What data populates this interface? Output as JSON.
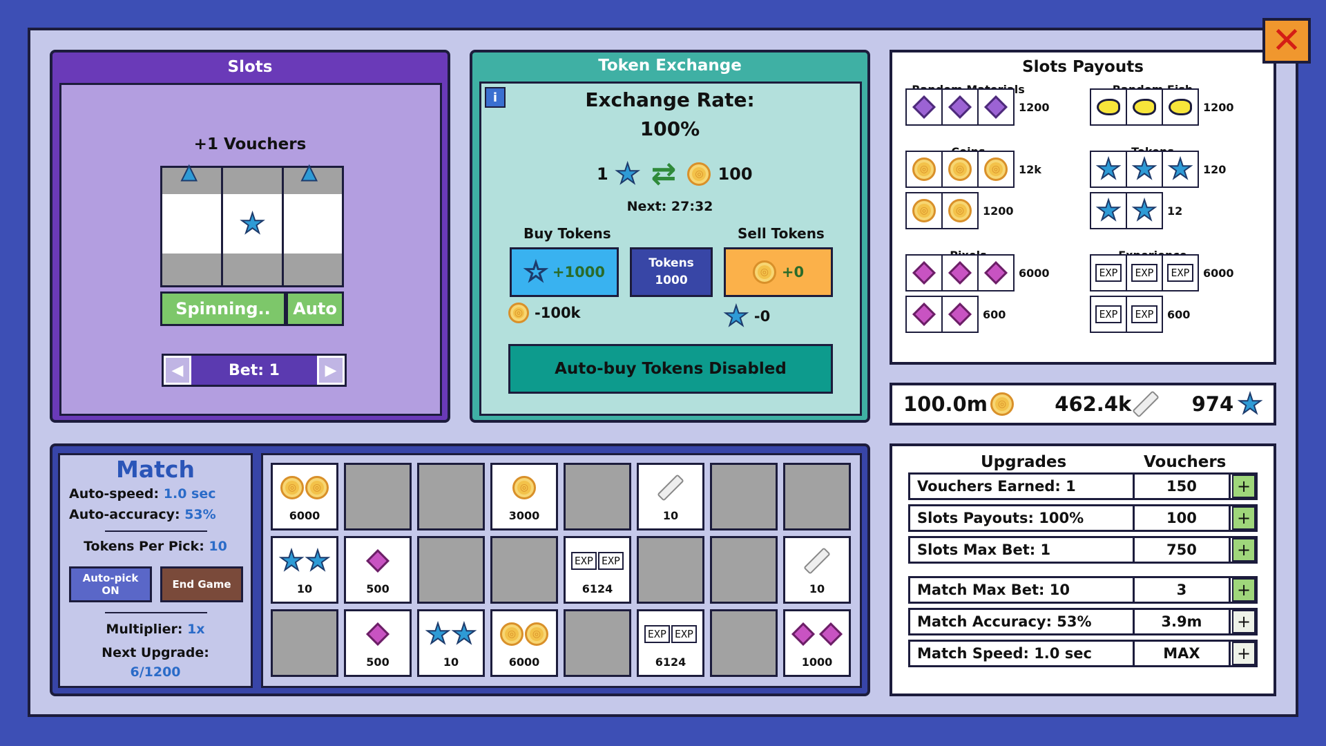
{
  "close_label": "✕",
  "slots": {
    "title": "Slots",
    "vouchers_msg": "+1 Vouchers",
    "spin_label": "Spinning..",
    "auto_label": "Auto",
    "bet_label": "Bet: 1",
    "left": "◀",
    "right": "▶"
  },
  "exchange": {
    "title": "Token Exchange",
    "info": "i",
    "rate_label": "Exchange Rate:",
    "rate_value": "100%",
    "token_qty": "1",
    "coin_qty": "100",
    "next": "Next: 27:32",
    "buy_header": "Buy Tokens",
    "sell_header": "Sell Tokens",
    "buy_btn": "+1000",
    "tokens_btn_line1": "Tokens",
    "tokens_btn_line2": "1000",
    "sell_btn": "+0",
    "buy_cost": "-100k",
    "sell_cost": "-0",
    "autobuy": "Auto-buy Tokens Disabled"
  },
  "payouts": {
    "title": "Slots Payouts",
    "groups": [
      {
        "name": "Random Materials",
        "rows": [
          {
            "count": 3,
            "icon": "gem-purple-icon",
            "value": "1200"
          }
        ]
      },
      {
        "name": "Random Fish",
        "rows": [
          {
            "count": 3,
            "icon": "fish-icon",
            "value": "1200"
          }
        ]
      },
      {
        "name": "Coins",
        "rows": [
          {
            "count": 3,
            "icon": "coin-icon",
            "value": "12k"
          },
          {
            "count": 2,
            "icon": "coin-icon",
            "value": "1200"
          }
        ]
      },
      {
        "name": "Tokens",
        "rows": [
          {
            "count": 3,
            "icon": "star-icon",
            "value": "120"
          },
          {
            "count": 2,
            "icon": "star-icon",
            "value": "12"
          }
        ]
      },
      {
        "name": "Pixels",
        "rows": [
          {
            "count": 3,
            "icon": "gem-magenta-icon",
            "value": "6000"
          },
          {
            "count": 2,
            "icon": "gem-magenta-icon",
            "value": "600"
          }
        ]
      },
      {
        "name": "Experience",
        "rows": [
          {
            "count": 3,
            "icon": "exp-icon",
            "value": "6000"
          },
          {
            "count": 2,
            "icon": "exp-icon",
            "value": "600"
          }
        ]
      }
    ]
  },
  "currency": {
    "coins": "100.0m",
    "vouchers": "462.4k",
    "tokens": "974"
  },
  "upgrades": {
    "title": "Upgrades",
    "vouchers_header": "Vouchers",
    "rows": [
      {
        "label": "Vouchers Earned: 1",
        "cost": "150",
        "plus": "+",
        "enabled": true
      },
      {
        "label": "Slots Payouts: 100%",
        "cost": "100",
        "plus": "+",
        "enabled": true
      },
      {
        "label": "Slots Max Bet: 1",
        "cost": "750",
        "plus": "+",
        "enabled": true
      },
      {
        "label": "Match Max Bet: 10",
        "cost": "3",
        "plus": "+",
        "enabled": true
      },
      {
        "label": "Match Accuracy: 53%",
        "cost": "3.9m",
        "plus": "+",
        "enabled": false
      },
      {
        "label": "Match Speed: 1.0 sec",
        "cost": "MAX",
        "plus": "+",
        "enabled": false
      }
    ]
  },
  "match": {
    "title": "Match",
    "speed_label": "Auto-speed:",
    "speed_value": "1.0 sec",
    "acc_label": "Auto-accuracy:",
    "acc_value": "53%",
    "tpp_label": "Tokens Per Pick:",
    "tpp_value": "10",
    "autopick_l1": "Auto-pick",
    "autopick_l2": "ON",
    "end_game": "End Game",
    "mult_label": "Multiplier:",
    "mult_value": "1x",
    "next_label": "Next Upgrade:",
    "next_value": "6/1200",
    "grid": [
      [
        {
          "t": "coin2",
          "v": "6000"
        },
        {
          "t": "blank"
        },
        {
          "t": "blank"
        },
        {
          "t": "coin1",
          "v": "3000"
        },
        {
          "t": "blank"
        },
        {
          "t": "ticket",
          "v": "10"
        },
        {
          "t": "blank"
        },
        {
          "t": "blank"
        }
      ],
      [
        {
          "t": "star2",
          "v": "10"
        },
        {
          "t": "gem1",
          "v": "500"
        },
        {
          "t": "blank"
        },
        {
          "t": "blank"
        },
        {
          "t": "exp2",
          "v": "6124"
        },
        {
          "t": "blank"
        },
        {
          "t": "blank"
        },
        {
          "t": "ticket",
          "v": "10"
        }
      ],
      [
        {
          "t": "blank"
        },
        {
          "t": "gem1",
          "v": "500"
        },
        {
          "t": "star2",
          "v": "10"
        },
        {
          "t": "coin2",
          "v": "6000"
        },
        {
          "t": "blank"
        },
        {
          "t": "exp2",
          "v": "6124"
        },
        {
          "t": "blank"
        },
        {
          "t": "gem2",
          "v": "1000"
        }
      ]
    ]
  },
  "colors": {
    "slots": "#6a3ab8",
    "exchange": "#3fb0a4",
    "match": "#3845a8"
  }
}
